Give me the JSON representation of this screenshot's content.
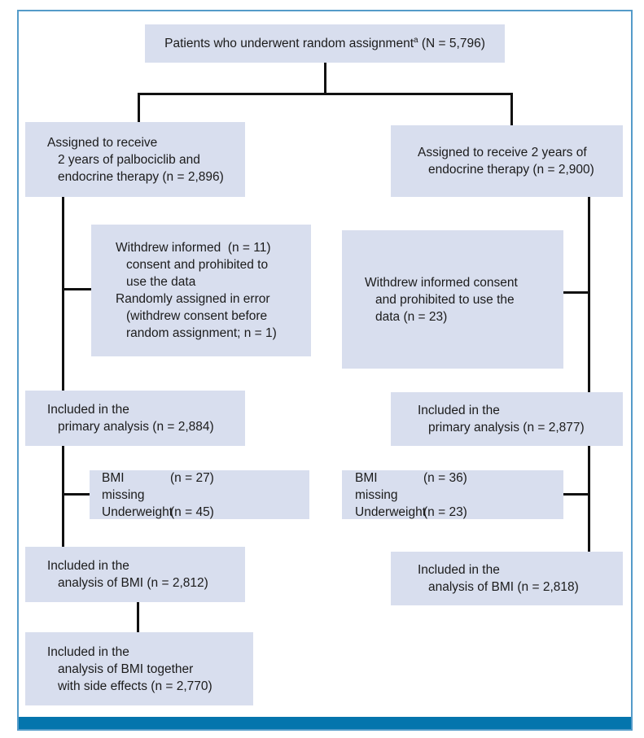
{
  "colors": {
    "frame_border": "#549bc9",
    "box_fill": "#d8deee",
    "footer_bar": "#0475ad",
    "connector_line": "#111111",
    "text": "#1b1b1b"
  },
  "figure": {
    "top_box": {
      "text": "Patients who underwent random assignment",
      "superscript": "a",
      "suffix": " (N = 5,796)"
    },
    "left_column": {
      "assigned": {
        "lines": [
          "Assigned to receive",
          "2 years of palbociclib and",
          "endocrine therapy (n = 2,896)"
        ]
      },
      "withdrew": {
        "lines": [
          "Withdrew informed  (n = 11)",
          "consent and prohibited to",
          "use the data",
          "Randomly assigned in error",
          "(withdrew consent before",
          "random assignment; n = 1)"
        ]
      },
      "primary": {
        "lines": [
          "Included in the",
          "primary analysis (n = 2,884)"
        ]
      },
      "bmi_missing": {
        "rows": [
          {
            "label": "BMI missing",
            "value": "(n = 27)"
          },
          {
            "label": "Underweight",
            "value": "(n = 45)"
          }
        ]
      },
      "bmi_analysis": {
        "lines": [
          "Included in the",
          "analysis of BMI (n = 2,812)"
        ]
      },
      "bmi_side_effects": {
        "lines": [
          "Included in the",
          "analysis of BMI together",
          "with side effects (n = 2,770)"
        ]
      }
    },
    "right_column": {
      "assigned": {
        "lines": [
          "Assigned to receive 2 years of",
          "endocrine therapy (n = 2,900)"
        ]
      },
      "withdrew": {
        "lines": [
          "Withdrew informed consent",
          "and prohibited to use the",
          "data (n = 23)"
        ]
      },
      "primary": {
        "lines": [
          "Included in the",
          "primary analysis (n = 2,877)"
        ]
      },
      "bmi_missing": {
        "rows": [
          {
            "label": "BMI missing",
            "value": "(n = 36)"
          },
          {
            "label": "Underweight",
            "value": "(n = 23)"
          }
        ]
      },
      "bmi_analysis": {
        "lines": [
          "Included in the",
          "analysis of BMI (n = 2,818)"
        ]
      }
    }
  }
}
